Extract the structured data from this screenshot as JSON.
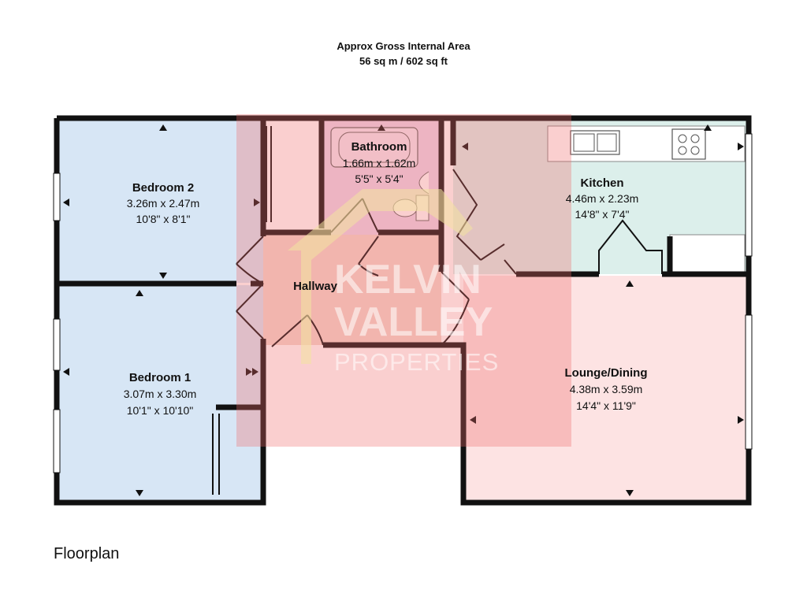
{
  "area": {
    "line1": "Approx Gross Internal Area",
    "line2": "56 sq m / 602 sq ft"
  },
  "rooms": {
    "bedroom2": {
      "name": "Bedroom 2",
      "metric": "3.26m x 2.47m",
      "imperial": "10'8\" x 8'1\""
    },
    "bathroom": {
      "name": "Bathroom",
      "metric": "1.66m x 1.62m",
      "imperial": "5'5\" x 5'4\""
    },
    "kitchen": {
      "name": "Kitchen",
      "metric": "4.46m x 2.23m",
      "imperial": "14'8\" x 7'4\""
    },
    "hallway": {
      "name": "Hallway"
    },
    "bedroom1": {
      "name": "Bedroom 1",
      "metric": "3.07m x 3.30m",
      "imperial": "10'1\" x 10'10\""
    },
    "lounge": {
      "name": "Lounge/Dining",
      "metric": "4.38m x 3.59m",
      "imperial": "14'4\" x 11'9\""
    }
  },
  "watermark": {
    "line1": "KELVIN",
    "line2": "VALLEY",
    "line3": "PROPERTIES"
  },
  "footer_label": "Floorplan",
  "colors": {
    "bedroom_fill": "#d7e6f5",
    "kitchen_fill": "#dcefeb",
    "lounge_fill": "#fde3e3",
    "bathroom_fill": "#ecd8ec",
    "hallway_fill": "#f4d9cf",
    "watermark_red": "#f06a6a",
    "watermark_arrow": "#f2e3a0",
    "wall": "#111111"
  }
}
